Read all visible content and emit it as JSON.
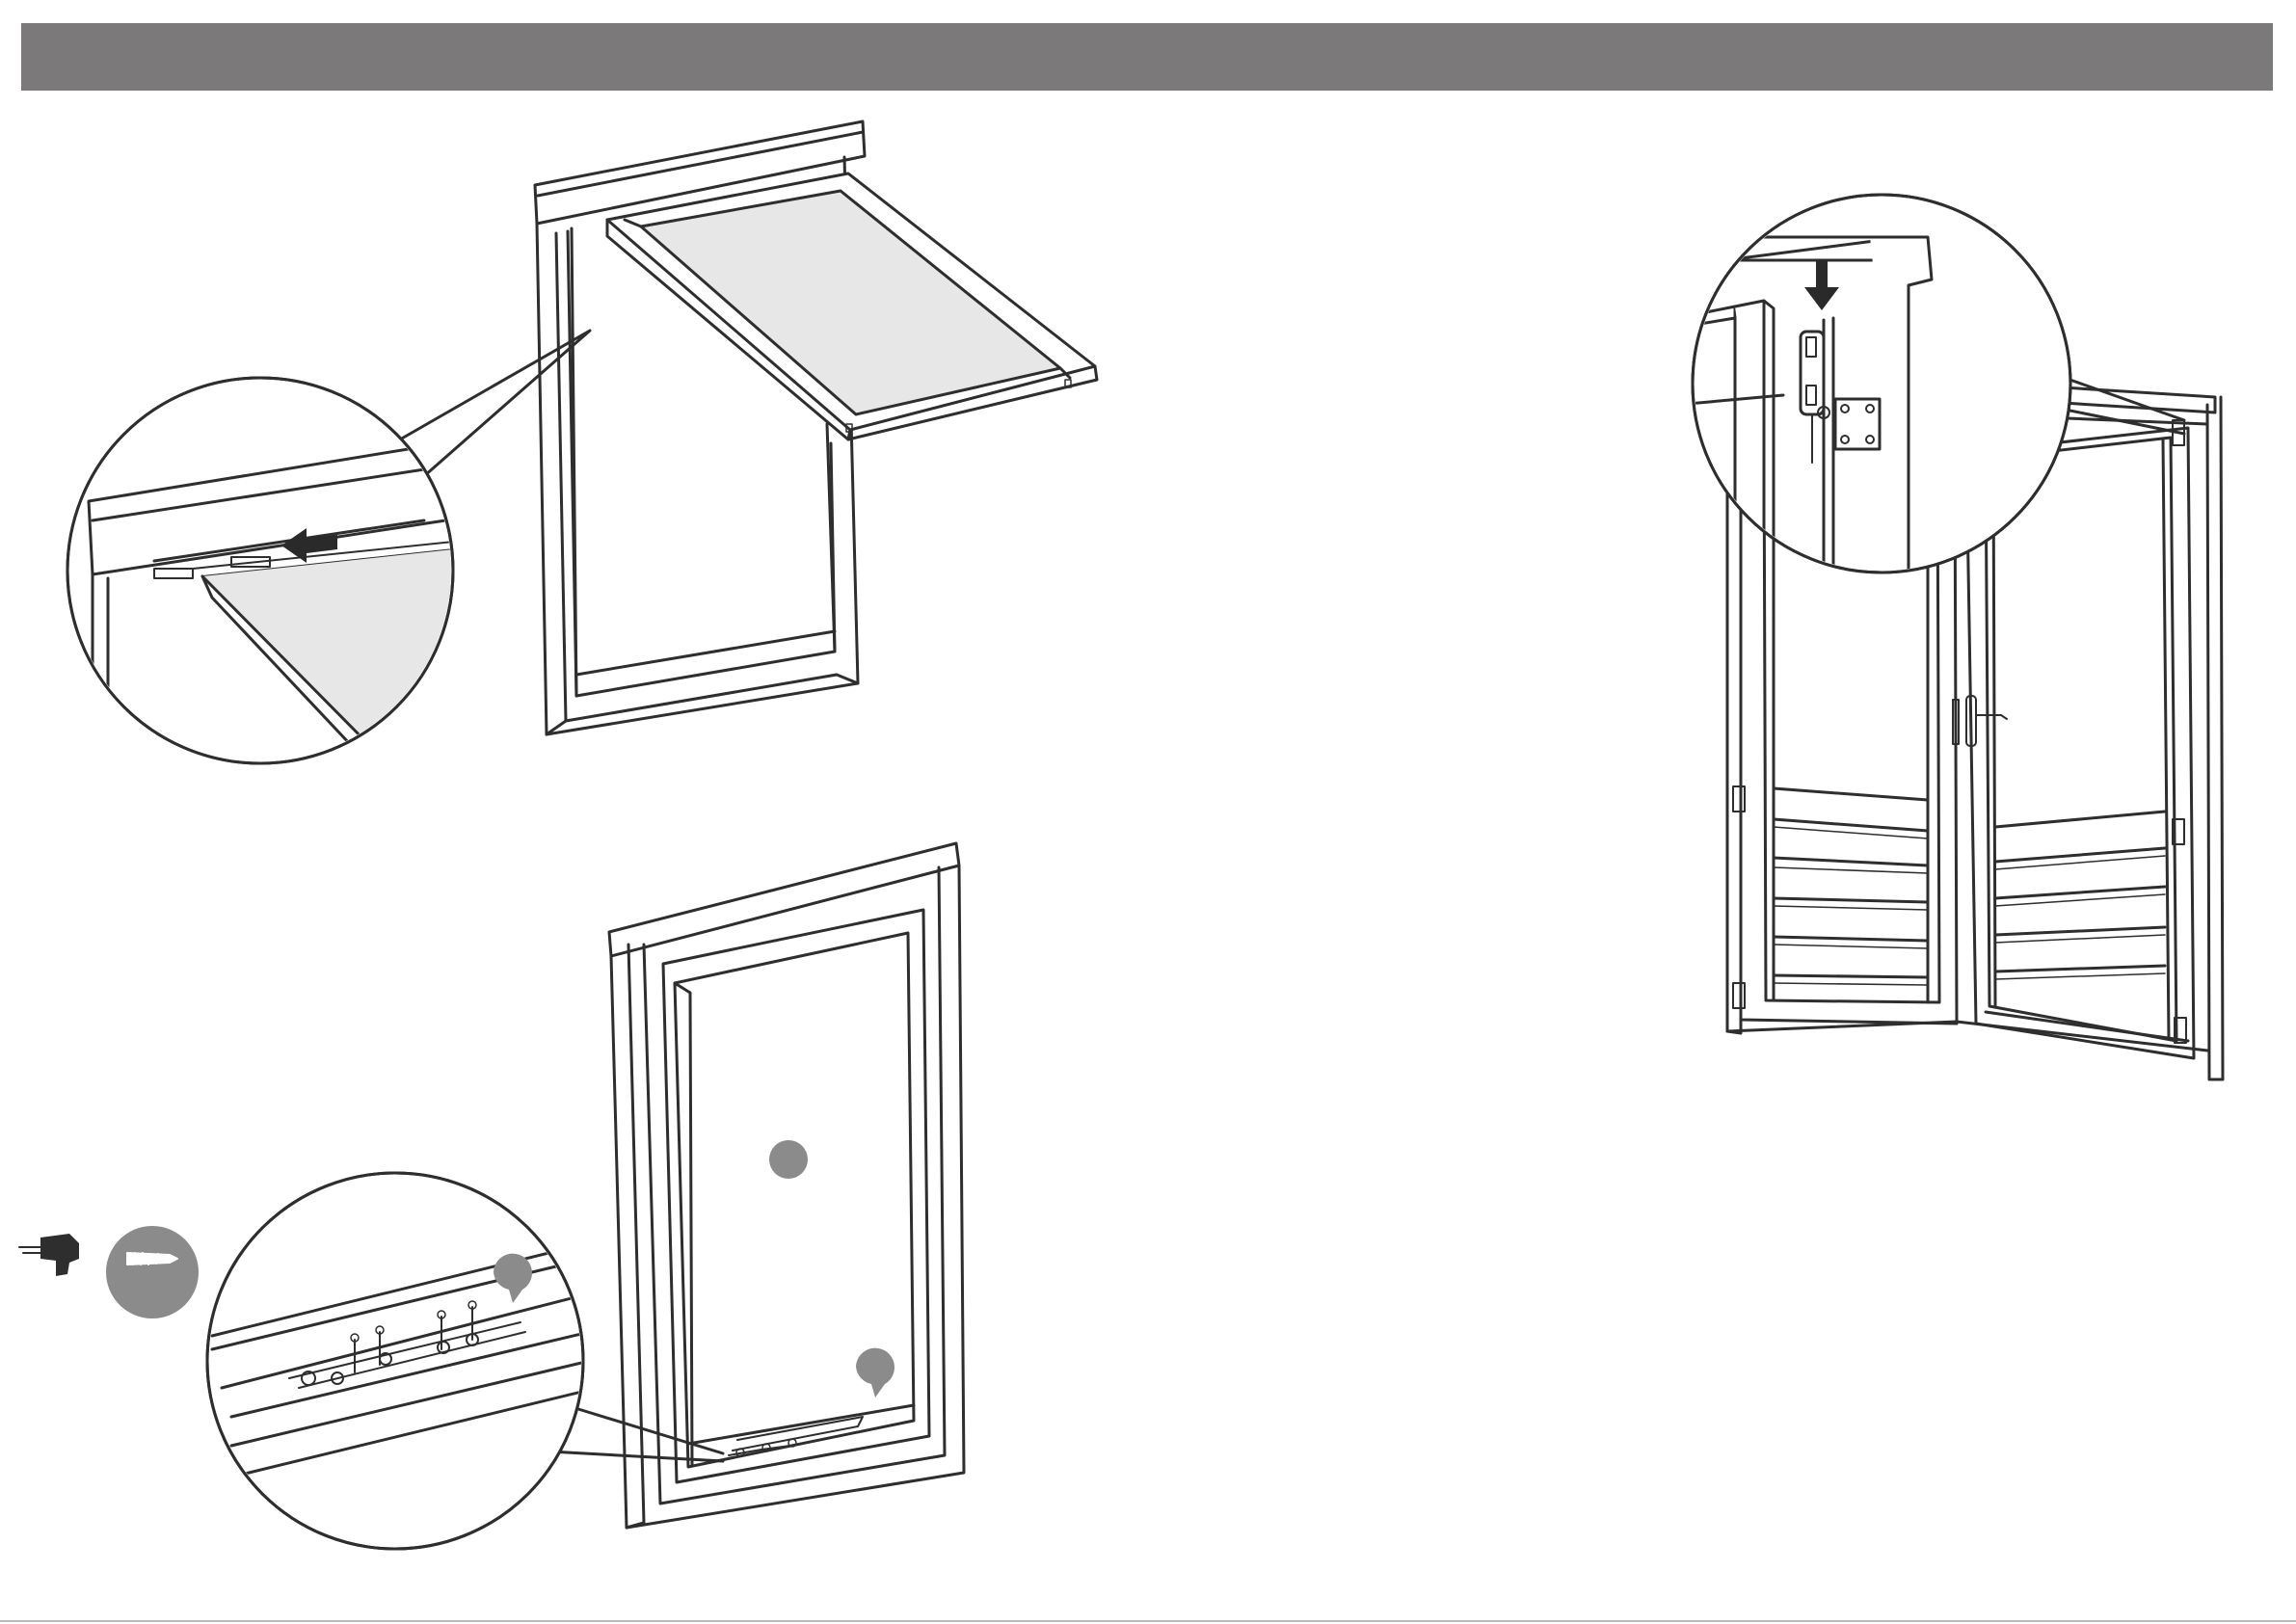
{
  "header": {
    "bar_color": "#7b7979"
  },
  "palette": {
    "line": "#2e2e2e",
    "panel_fill": "#e7e7e7",
    "badge_fill": "#8c8b8b",
    "arrow_fill": "#2a2a2a"
  },
  "steps": [
    {
      "name": "top-hung-window-insert",
      "detail": "hinge-slide-in",
      "icon": "arrow-left-icon"
    },
    {
      "name": "fixed-window-secure",
      "tools": [
        "drill-icon",
        "screw-icon"
      ]
    },
    {
      "name": "double-door-hang",
      "detail": "hinge-pin-drop",
      "icon": "arrow-down-icon"
    }
  ]
}
